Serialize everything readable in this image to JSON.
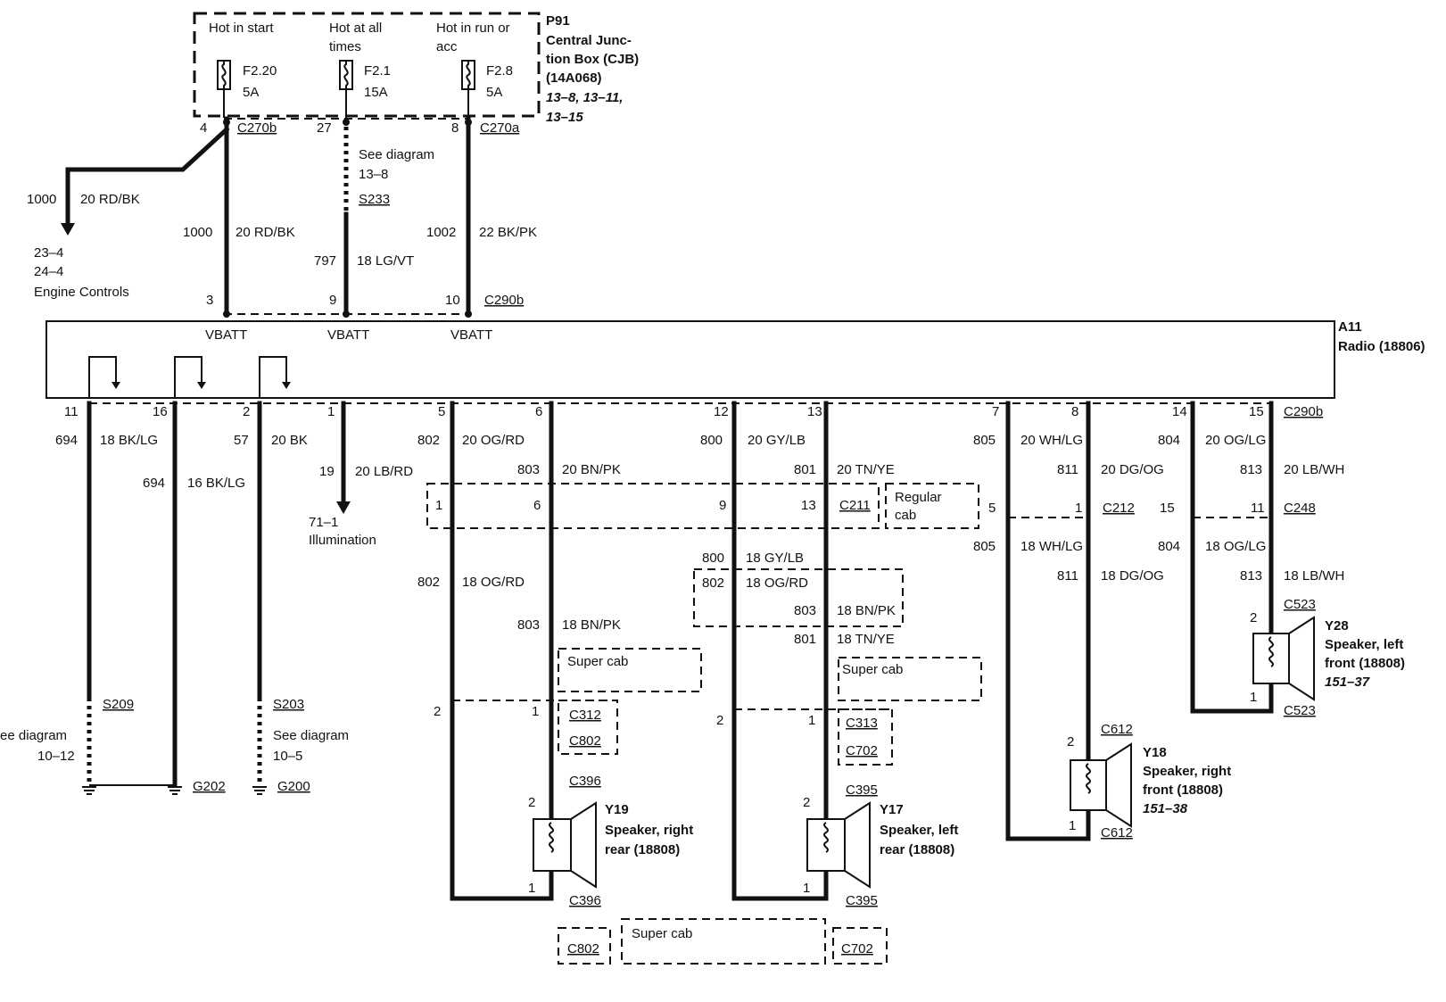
{
  "fuses": [
    {
      "hot": "Hot in start",
      "name": "F2.20",
      "amp": "5A"
    },
    {
      "hot1": "Hot at all",
      "hot2": "times",
      "name": "F2.1",
      "amp": "15A"
    },
    {
      "hot1": "Hot in run or",
      "hot2": "acc",
      "name": "F2.8",
      "amp": "5A"
    }
  ],
  "cjb": {
    "ref": "P91",
    "name1": "Central Junc-",
    "name2": "tion Box (CJB)",
    "part": "(14A068)",
    "pages1": "13–8, 13–11,",
    "pages2": "13–15"
  },
  "top": {
    "pin4": "4",
    "c270b": "C270b",
    "pin27": "27",
    "pin8": "8",
    "c270a": "C270a",
    "see1": "See diagram",
    "see2": "13–8",
    "s233": "S233",
    "c1000": "1000",
    "w1000": "20 RD/BK",
    "c1000b": "1000",
    "w1000b": "20 RD/BK",
    "c797": "797",
    "w797": "18 LG/VT",
    "c1002": "1002",
    "w1002": "22 BK/PK",
    "ref1": "23–4",
    "ref2": "24–4",
    "ref3": "Engine Controls",
    "pin3": "3",
    "pin9": "9",
    "pin10": "10",
    "c290b": "C290b"
  },
  "radio": {
    "ref": "A11",
    "name": "Radio (18806)",
    "vbatt1": "VBATT",
    "vbatt2": "VBATT",
    "vbatt3": "VBATT"
  },
  "pins": {
    "p11": "11",
    "p16": "16",
    "p2": "2",
    "p1": "1",
    "p5": "5",
    "p6": "6",
    "p12": "12",
    "p13": "13",
    "p7": "7",
    "p8": "8",
    "p14": "14",
    "p15": "15",
    "c290b": "C290b"
  },
  "left": {
    "c694a": "694",
    "w694a": "18 BK/LG",
    "c57": "57",
    "w57": "20 BK",
    "c694b": "694",
    "w694b": "16 BK/LG",
    "c19": "19",
    "w19": "20 LB/RD",
    "ill1": "71–1",
    "ill2": "Illumination",
    "s209": "S209",
    "see_a1": "ee diagram",
    "see_a2": "10–12",
    "s203": "S203",
    "see_b1": "See diagram",
    "see_b2": "10–5",
    "g202": "G202",
    "g200": "G200"
  },
  "rear": {
    "c802": "802",
    "w802": "20 OG/RD",
    "c800": "800",
    "w800": "20 GY/LB",
    "c803": "803",
    "w803": "20 BN/PK",
    "c801": "801",
    "w801": "20 TN/YE",
    "c211_p1": "1",
    "c211_p6": "6",
    "c211_p9": "9",
    "c211_p13": "13",
    "c211": "C211",
    "regular1": "Regular",
    "regular2": "cab",
    "c800b": "800",
    "w800b": "18 GY/LB",
    "c802b": "802",
    "w802b": "18 OG/RD",
    "c802c": "802",
    "w802c": "18 OG/RD",
    "c803b": "803",
    "w803b": "18 BN/PK",
    "c803c": "803",
    "w803c": "18 BN/PK",
    "c801b": "801",
    "w801b": "18 TN/YE",
    "supercab1": "Super cab",
    "supercab2": "Super cab",
    "supercab3": "Super cab",
    "y19_p2top": "2",
    "y19_p1top": "1",
    "y17_p2top": "2",
    "y17_p1top": "1",
    "c312": "C312",
    "c802box": "C802",
    "c313": "C313",
    "c702box": "C702",
    "c396a": "C396",
    "c395a": "C395",
    "y19_p2": "2",
    "y19_p1": "1",
    "y17_p2": "2",
    "y17_p1": "1",
    "c396b": "C396",
    "c395b": "C395",
    "c802bot": "C802",
    "c702bot": "C702",
    "y19_ref": "Y19",
    "y19_n1": "Speaker, right",
    "y19_n2": "rear (18808)",
    "y17_ref": "Y17",
    "y17_n1": "Speaker, left",
    "y17_n2": "rear (18808)"
  },
  "front": {
    "c805": "805",
    "w805": "20 WH/LG",
    "c804": "804",
    "w804": "20 OG/LG",
    "c811": "811",
    "w811": "20 DG/OG",
    "c813": "813",
    "w813": "20 LB/WH",
    "c212_p5": "5",
    "c212_p1": "1",
    "c212": "C212",
    "c248_p15": "15",
    "c248_p11": "11",
    "c248": "C248",
    "c805b": "805",
    "w805b": "18 WH/LG",
    "c804b": "804",
    "w804b": "18 OG/LG",
    "c811b": "811",
    "w811b": "18 DG/OG",
    "c813b": "813",
    "w813b": "18 LB/WH",
    "y28_p2": "2",
    "c523a": "C523",
    "y28_p1": "1",
    "c523b": "C523",
    "y28_ref": "Y28",
    "y28_n1": "Speaker, left",
    "y28_n2": "front (18808)",
    "y28_pg": "151–37",
    "y18_p2": "2",
    "c612a": "C612",
    "y18_p1": "1",
    "c612b": "C612",
    "y18_ref": "Y18",
    "y18_n1": "Speaker, right",
    "y18_n2": "front (18808)",
    "y18_pg": "151–38"
  }
}
